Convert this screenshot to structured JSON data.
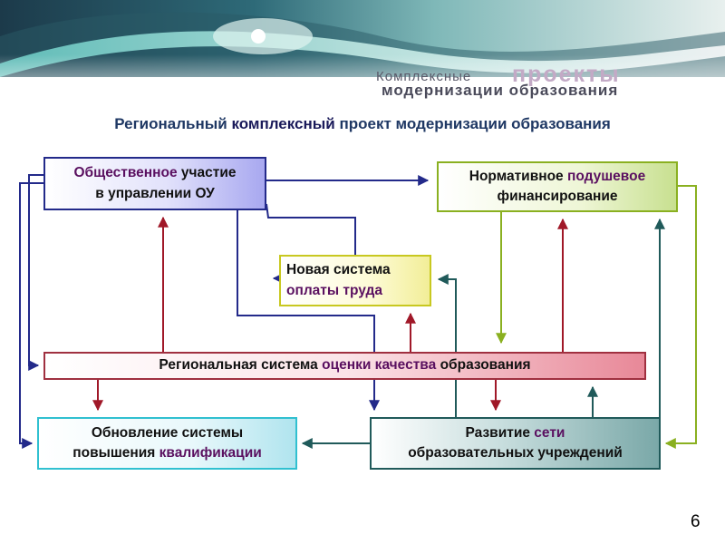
{
  "banner": {
    "logo_small": "Комплексные",
    "logo_big": "проекты",
    "logo_sub": "модернизации образования"
  },
  "title": {
    "part1": "Региональный",
    "part2": "комплексный",
    "part3": "проект модернизации образования"
  },
  "boxes": {
    "public": {
      "a": "Общественное",
      "b": "участие",
      "line2": "в управлении ОУ"
    },
    "funding": {
      "a": "Нормативное",
      "b": "подушевое",
      "line2": "финансирование"
    },
    "pay": {
      "line1": "Новая система",
      "line2": "оплаты труда"
    },
    "quality": {
      "a": "Региональная система",
      "b": "оценки качества",
      "c": "образования"
    },
    "training": {
      "line1": "Обновление системы",
      "a": "повышения",
      "b": "квалификации"
    },
    "network": {
      "a": "Развитие",
      "b": "сети",
      "line2": "образовательных учреждений"
    }
  },
  "colors": {
    "navy": "#232a8a",
    "green": "#8ab020",
    "red": "#a01828",
    "teal": "#205a5a",
    "highlight": "#5a1060"
  },
  "page_number": "6"
}
